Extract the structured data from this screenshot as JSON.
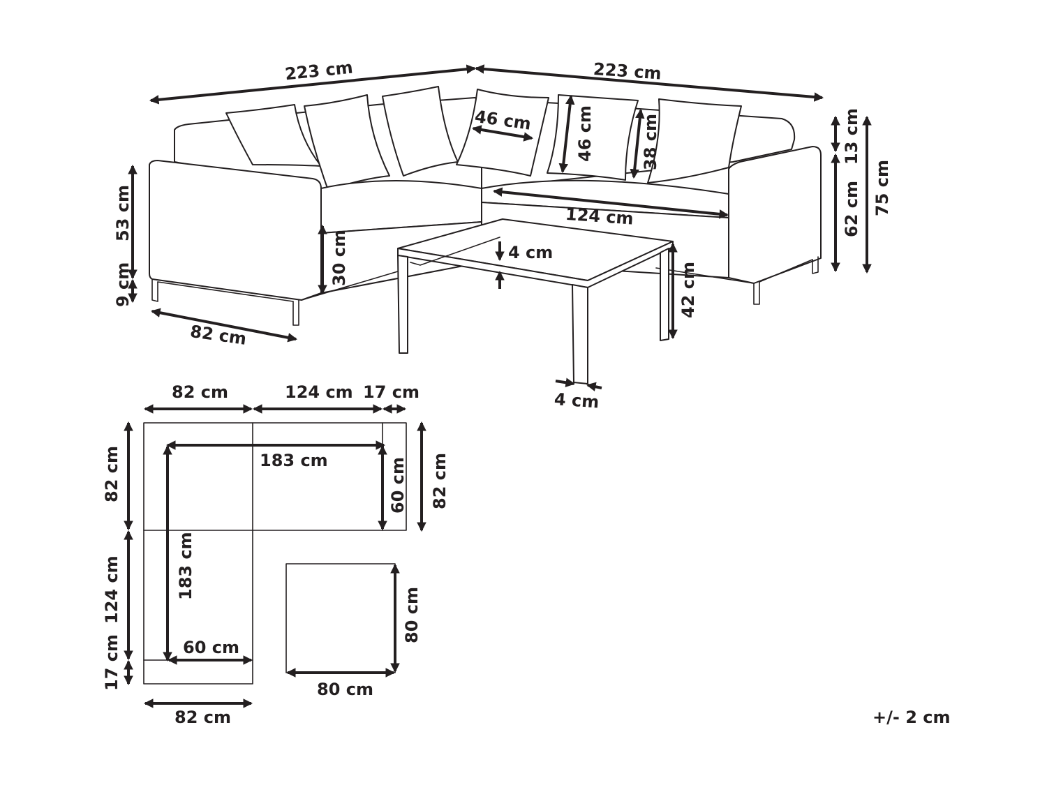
{
  "dimensions": {
    "top_left_width": "223 cm",
    "top_right_width": "223 cm",
    "pillow_width": "46 cm",
    "pillow_height": "46 cm",
    "back_pillow_height": "38 cm",
    "back_height": "13 cm",
    "seat_height": "62 cm",
    "total_height": "75 cm",
    "seat_module_width": "124 cm",
    "armrest_height": "53 cm",
    "leg_height": "9 cm",
    "seat_cushion_height": "30 cm",
    "module_depth": "82 cm",
    "table_top_thickness": "4 cm",
    "table_height": "42 cm",
    "table_leg_width": "4 cm",
    "plan_top_corner": "82 cm",
    "plan_top_middle": "124 cm",
    "plan_top_arm": "17 cm",
    "plan_inner_width": "183 cm",
    "plan_seat_depth_right": "60 cm",
    "plan_depth_right": "82 cm",
    "plan_depth_left": "82 cm",
    "plan_left_middle": "124 cm",
    "plan_left_arm": "17 cm",
    "plan_inner_height": "183 cm",
    "plan_seat_depth_bottom": "60 cm",
    "plan_bottom_width": "82 cm",
    "table_depth": "80 cm",
    "table_width": "80 cm"
  },
  "tolerance": "+/- 2 cm"
}
